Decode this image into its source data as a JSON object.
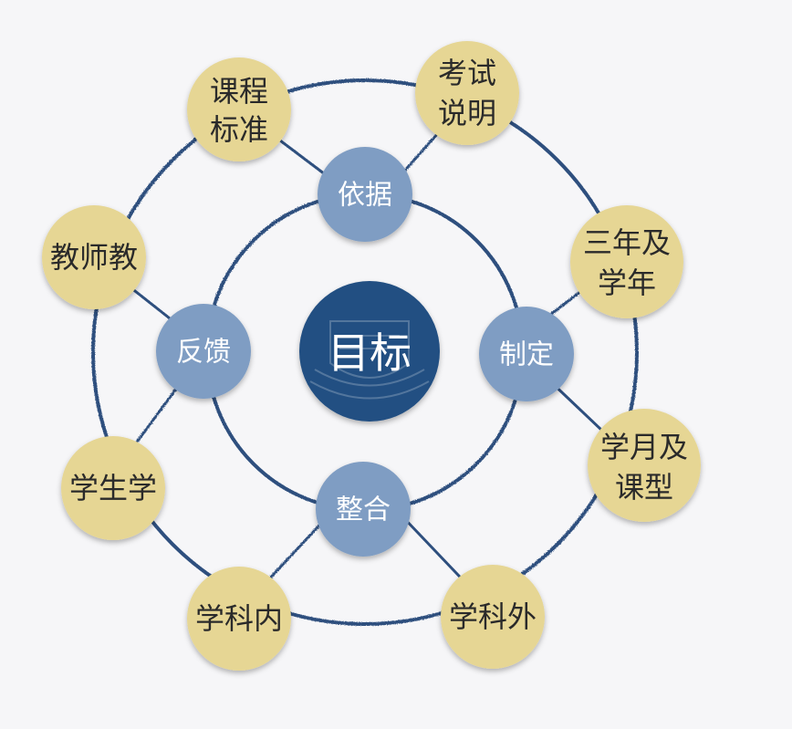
{
  "center": {
    "label": "目标"
  },
  "middle_nodes": [
    {
      "id": "yiju",
      "label": "依据"
    },
    {
      "id": "zhiding",
      "label": "制定"
    },
    {
      "id": "zhenghe",
      "label": "整合"
    },
    {
      "id": "fankui",
      "label": "反馈"
    }
  ],
  "outer_nodes": [
    {
      "id": "kecheng-biaozhun",
      "lines": [
        "课程",
        "标准"
      ]
    },
    {
      "id": "kaoshi-shuoming",
      "lines": [
        "考试",
        "说明"
      ]
    },
    {
      "id": "sannian-xuenian",
      "lines": [
        "三年及",
        "学年"
      ]
    },
    {
      "id": "xueyue-kexing",
      "lines": [
        "学月及",
        "课型"
      ]
    },
    {
      "id": "xueke-wai",
      "lines": [
        "学科外"
      ]
    },
    {
      "id": "xueke-nei",
      "lines": [
        "学科内"
      ]
    },
    {
      "id": "xuesheng-xue",
      "lines": [
        "学生学"
      ]
    },
    {
      "id": "jiaoshi-jiao",
      "lines": [
        "教师教"
      ]
    }
  ],
  "colors": {
    "background": "#f6f6f8",
    "ring": "#2e4f7e",
    "outer_fill": "#e6d694",
    "middle_fill": "#7f9dc3",
    "center_fill": "#214f82"
  }
}
